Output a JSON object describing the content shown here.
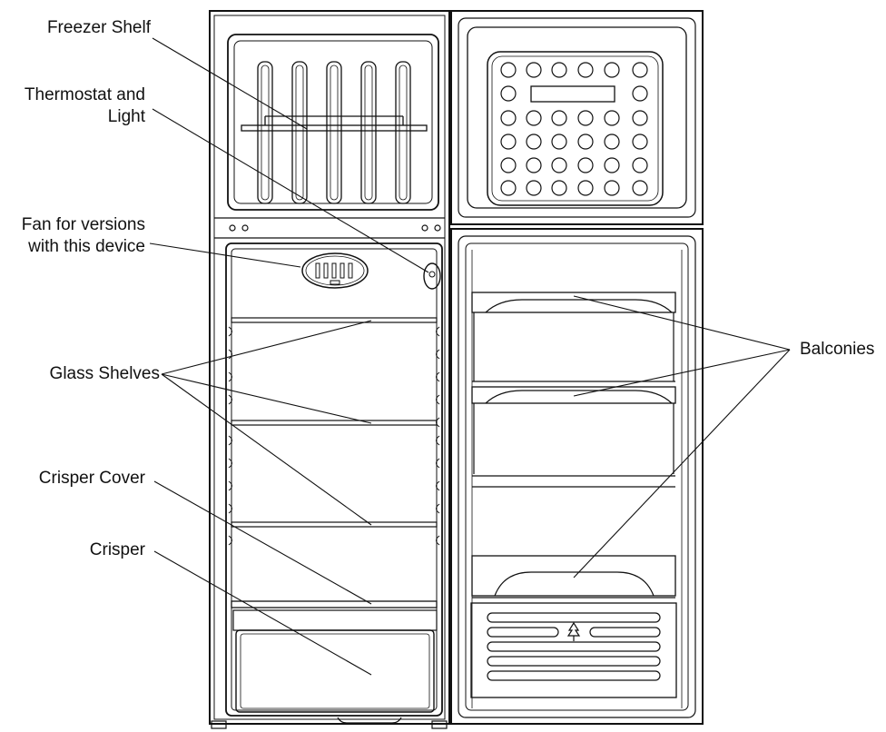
{
  "labels": {
    "freezer_shelf": "Freezer Shelf",
    "thermostat_line1": "Thermostat and",
    "thermostat_line2": "Light",
    "fan_line1": "Fan for versions",
    "fan_line2": "with this device",
    "glass_shelves": "Glass Shelves",
    "crisper_cover": "Crisper Cover",
    "crisper": "Crisper",
    "balconies": "Balconies"
  }
}
